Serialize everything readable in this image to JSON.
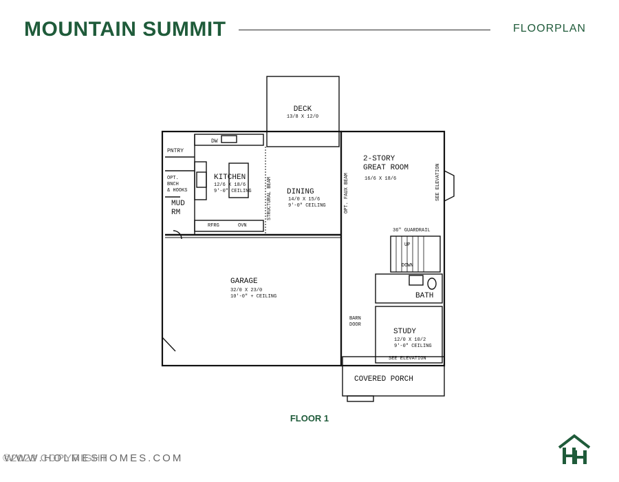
{
  "header": {
    "title": "MOUNTAIN SUMMIT",
    "subtitle": "FLOORPLAN"
  },
  "plan": {
    "floor_label": "FLOOR 1",
    "rooms": {
      "deck": {
        "name": "DECK",
        "dims": "13/8 X 12/0"
      },
      "pantry": {
        "name": "PNTRY"
      },
      "dw": {
        "name": "DW"
      },
      "kitchen": {
        "name": "KITCHEN",
        "dims": "12/6 X 18/6",
        "ceiling": "9'-0\" CEILING"
      },
      "bench": {
        "line1": "OPT.",
        "line2": "BNCH",
        "line3": "& HOOKS"
      },
      "mud": {
        "line1": "MUD",
        "line2": "RM"
      },
      "rfrg": {
        "name": "RFRG"
      },
      "ovn": {
        "name": "OVN"
      },
      "structural_beam": {
        "name": "STRUCTURAL BEAM"
      },
      "dining": {
        "name": "DINING",
        "dims": "14/0 X 15/6",
        "ceiling": "9'-0\" CEILING"
      },
      "faux_beam": {
        "name": "OPT. FAUX BEAM"
      },
      "great_room": {
        "line1": "2-STORY",
        "line2": "GREAT ROOM",
        "dims": "16/6 X 18/6"
      },
      "see_elevation_fireplace": {
        "name": "SEE ELEVATION"
      },
      "guardrail": {
        "name": "36\" GUARDRAIL"
      },
      "stairs_up": {
        "name": "UP"
      },
      "stairs_down": {
        "name": "DOWN"
      },
      "bath": {
        "name": "BATH"
      },
      "garage": {
        "name": "GARAGE",
        "dims": "32/0 X 23/0",
        "ceiling": "10'-0\" + CEILING"
      },
      "barn_door": {
        "line1": "BARN",
        "line2": "DOOR"
      },
      "study": {
        "name": "STUDY",
        "dims": "12/0 X 10/2",
        "ceiling": "9'-0\" CEILING",
        "note": "SEE ELEVATION"
      },
      "covered_porch": {
        "name": "COVERED PORCH"
      }
    }
  },
  "footer": {
    "website": "WWW.HOLMESHOMES.COM",
    "copyright": "©2023 COPYRIGHT"
  },
  "colors": {
    "brand_green": "#1f5b3a",
    "line": "#111111"
  },
  "logo": {
    "icon": "house-hh-logo-icon"
  }
}
